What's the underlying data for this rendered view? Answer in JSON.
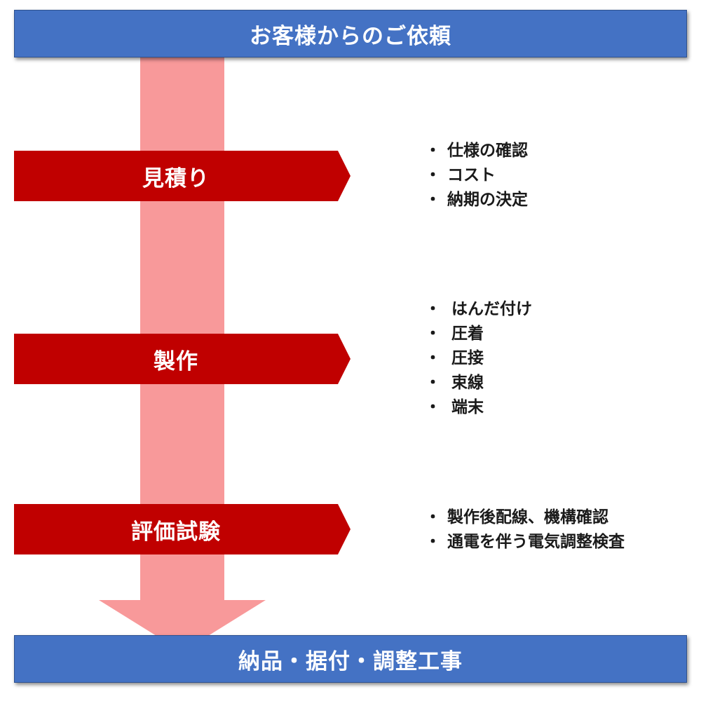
{
  "header": {
    "label": "お客様からのご依頼"
  },
  "stages": [
    {
      "label": "見積り",
      "details": [
        "仕様の確認",
        "コスト",
        "納期の決定"
      ]
    },
    {
      "label": "製作",
      "details": [
        "はんだ付け",
        "圧着",
        "圧接",
        "束線",
        "端末"
      ]
    },
    {
      "label": "評価試験",
      "details": [
        "製作後配線、機構確認",
        "通電を伴う電気調整検査"
      ]
    }
  ],
  "footer": {
    "label": "納品・据付・調整工事"
  },
  "bullet": "・",
  "colors": {
    "bar_blue": "#4472c4",
    "stage_red": "#c00000",
    "flow_pink": "#f8999a"
  }
}
